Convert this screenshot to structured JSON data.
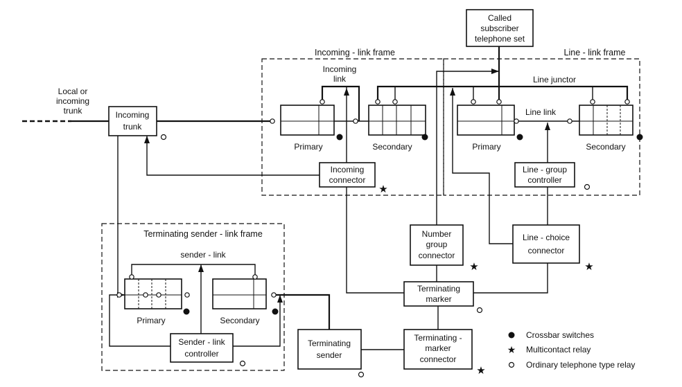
{
  "frames": {
    "incoming_link": "Incoming - link frame",
    "line_link": "Line - link frame",
    "terminating_sender_link": "Terminating sender - link frame"
  },
  "labels": {
    "local_trunk": [
      "Local or",
      "incoming",
      "trunk"
    ],
    "incoming_link": [
      "Incoming",
      "link"
    ],
    "line_junctor": "Line junctor",
    "line_link": "Line link",
    "sender_link": "sender - link",
    "primary": "Primary",
    "secondary": "Secondary"
  },
  "boxes": {
    "called_subscriber": [
      "Called",
      "subscriber",
      "telephone set"
    ],
    "incoming_trunk": [
      "Incoming",
      "trunk"
    ],
    "incoming_connector": [
      "Incoming",
      "connector"
    ],
    "line_group_controller": [
      "Line - group",
      "controller"
    ],
    "number_group_connector": [
      "Number",
      "group",
      "connector"
    ],
    "line_choice_connector": [
      "Line - choice",
      "connector"
    ],
    "terminating_marker": [
      "Terminating",
      "marker"
    ],
    "terminating_sender": [
      "Terminating",
      "sender"
    ],
    "terminating_marker_connector": [
      "Terminating -",
      "marker",
      "connector"
    ],
    "sender_link_controller": [
      "Sender - link",
      "controller"
    ]
  },
  "legend": {
    "crossbar": "Crossbar switches",
    "multicontact": "Multicontact relay",
    "ordinary": "Ordinary telephone type relay"
  }
}
